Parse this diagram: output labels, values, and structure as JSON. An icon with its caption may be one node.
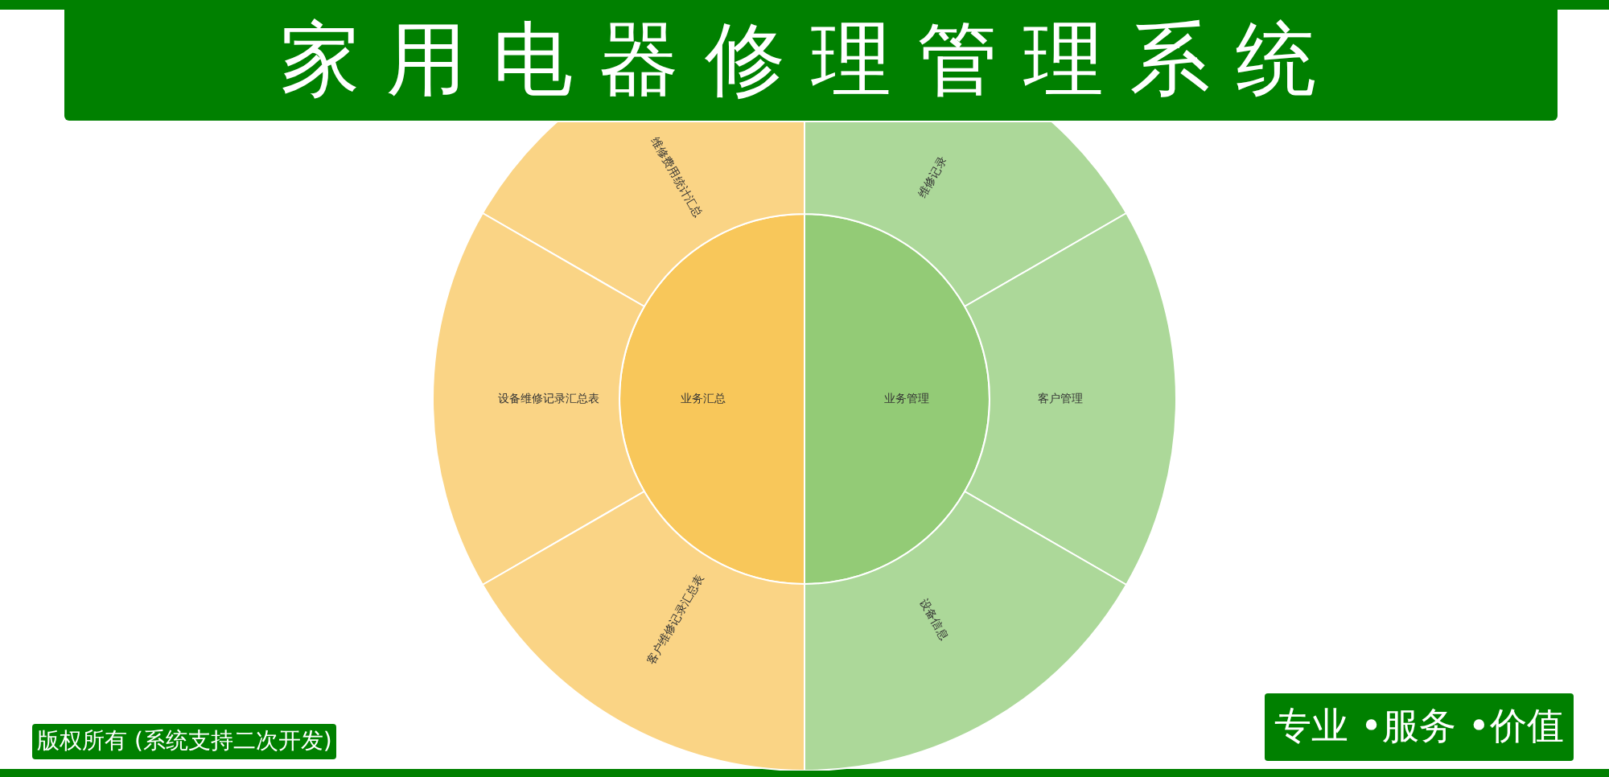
{
  "diagram": {
    "title": "家用电器修理管理系统",
    "nodes": [
      {
        "text": [
          "业务汇总"
        ]
      },
      {
        "text": [
          "业务管理"
        ]
      },
      {
        "text": [
          "维修费用统计汇总"
        ]
      },
      {
        "text": [
          "设备维修记录汇总表"
        ]
      },
      {
        "text": [
          "客户维修记录汇总表"
        ]
      },
      {
        "text": [
          "维修记录"
        ]
      },
      {
        "text": [
          "客户管理"
        ]
      },
      {
        "text": [
          "设备信息"
        ]
      }
    ],
    "labels": [
      "版权所有 (系统支持二次开发)",
      "专业 •服务 •价值"
    ]
  }
}
